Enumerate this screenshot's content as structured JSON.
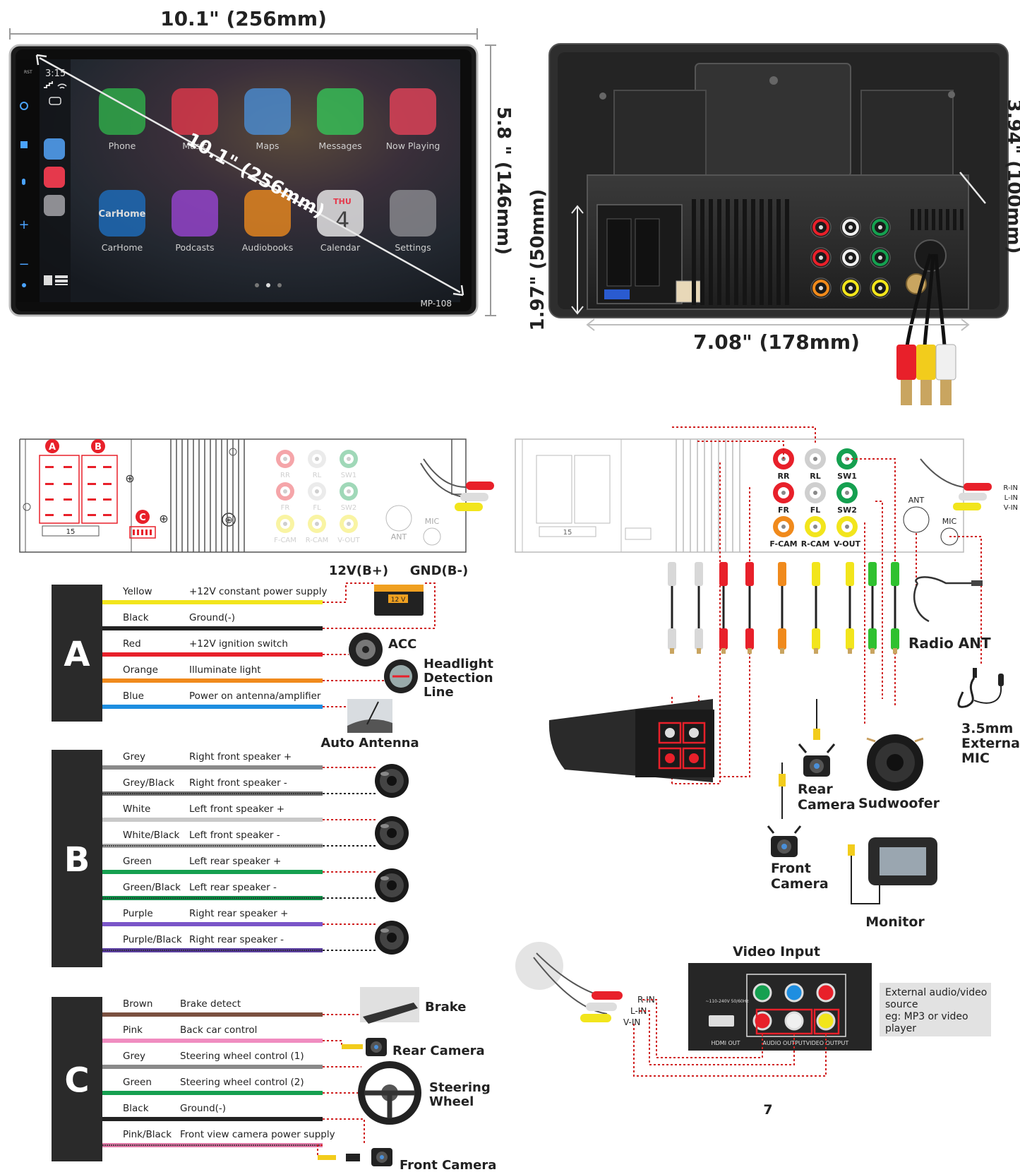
{
  "dims": {
    "width_top": "10.1\" (256mm)",
    "diagonal": "10.1\" (256mm)",
    "height": "5.8 \" (146mm)",
    "chassis_width": "7.08\" (178mm)",
    "chassis_height": "1.97\" (50mm)",
    "depth": "3.94\" (100mm)"
  },
  "screen": {
    "time": "3:15",
    "model": "MP-108",
    "side_label": "RST",
    "apps": [
      {
        "label": "Phone",
        "color": "#2fb34a"
      },
      {
        "label": "Music",
        "color": "#e5394c"
      },
      {
        "label": "Maps",
        "color": "#4a8fd8"
      },
      {
        "label": "Messages",
        "color": "#34c759"
      },
      {
        "label": "Now Playing",
        "color": "#e8435a"
      },
      {
        "label": "CarHome",
        "color": "#1e6fc2"
      },
      {
        "label": "Podcasts",
        "color": "#9b45d6"
      },
      {
        "label": "Audiobooks",
        "color": "#f08c1e"
      },
      {
        "label": "Calendar",
        "color": "#f2f2f2"
      },
      {
        "label": "Settings",
        "color": "#8e8e93"
      }
    ],
    "calendar_day": "THU",
    "calendar_date": "4",
    "carhome_tile": "CarHome"
  },
  "ports": {
    "rca": [
      "RR",
      "RL",
      "SW1",
      "FR",
      "FL",
      "SW2",
      "F-CAM",
      "R-CAM",
      "V-OUT"
    ],
    "ant": "ANT",
    "mic": "MIC",
    "iso_num": "15",
    "connectors": [
      "A",
      "B",
      "C"
    ],
    "rca_inputs": [
      "R-IN",
      "L-IN",
      "V-IN"
    ]
  },
  "power": {
    "bplus": "12V(B+)",
    "gnd": "GND(B-)",
    "battery": "12 V"
  },
  "group_a": {
    "letter": "A",
    "wires": [
      {
        "color_name": "Yellow",
        "function": "+12V constant power supply",
        "hex": "#f2e51c"
      },
      {
        "color_name": "Black",
        "function": "Ground(-)",
        "hex": "#222222"
      },
      {
        "color_name": "Red",
        "function": "+12V ignition switch",
        "hex": "#e8202a"
      },
      {
        "color_name": "Orange",
        "function": "Illuminate light",
        "hex": "#f08a1c"
      },
      {
        "color_name": "Blue",
        "function": "Power on antenna/amplifier",
        "hex": "#1e8ee0"
      }
    ],
    "acc": "ACC",
    "headlight": [
      "Headlight",
      "Detection",
      "Line"
    ],
    "antenna": "Auto Antenna"
  },
  "group_b": {
    "letter": "B",
    "wires": [
      {
        "color_name": "Grey",
        "function": "Right front speaker +",
        "hex": "#8a8a8a"
      },
      {
        "color_name": "Grey/Black",
        "function": "Right front speaker -",
        "hex": "#6f6f6f"
      },
      {
        "color_name": "White",
        "function": "Left front speaker +",
        "hex": "#c8c8c8"
      },
      {
        "color_name": "White/Black",
        "function": "Left front speaker -",
        "hex": "#a8a8a8"
      },
      {
        "color_name": "Green",
        "function": "Left rear speaker +",
        "hex": "#15a050"
      },
      {
        "color_name": "Green/Black",
        "function": "Left rear speaker -",
        "hex": "#10904a"
      },
      {
        "color_name": "Purple",
        "function": "Right rear speaker +",
        "hex": "#7a55c8"
      },
      {
        "color_name": "Purple/Black",
        "function": "Right rear speaker -",
        "hex": "#5a3ea0"
      }
    ]
  },
  "group_c": {
    "letter": "C",
    "wires": [
      {
        "color_name": "Brown",
        "function": "Brake detect",
        "hex": "#7a5040"
      },
      {
        "color_name": "Pink",
        "function": "Back car control",
        "hex": "#f08cc0"
      },
      {
        "color_name": "Grey",
        "function": "Steering wheel control (1)",
        "hex": "#8a8a8a"
      },
      {
        "color_name": "Green",
        "function": "Steering wheel control (2)",
        "hex": "#15a050"
      },
      {
        "color_name": "Black",
        "function": "Ground(-)",
        "hex": "#222222"
      },
      {
        "color_name": "Pink/Black",
        "function": "Front view camera power supply",
        "hex": "#e07aa8"
      }
    ],
    "labels": {
      "brake": "Brake",
      "rear_camera": "Rear Camera",
      "steering": [
        "Steering",
        "Wheel"
      ],
      "front_camera": "Front Camera"
    }
  },
  "right_diagram": {
    "radio_ant": "Radio ANT",
    "mic": [
      "3.5mm",
      "External",
      "MIC"
    ],
    "rear_camera": [
      "Rear",
      "Camera"
    ],
    "subwoofer": "Sudwoofer",
    "front_camera": [
      "Front",
      "Camera"
    ],
    "monitor": "Monitor",
    "video_input": "Video Input",
    "external": [
      "External audio/video",
      "source",
      "eg: MP3 or video",
      "player"
    ],
    "player_labels": [
      "HDMI OUT",
      "AUDIO OUTPUT",
      "VIDEO OUTPUT",
      "~110-240V 50/60Hz"
    ],
    "page_number": "7"
  }
}
